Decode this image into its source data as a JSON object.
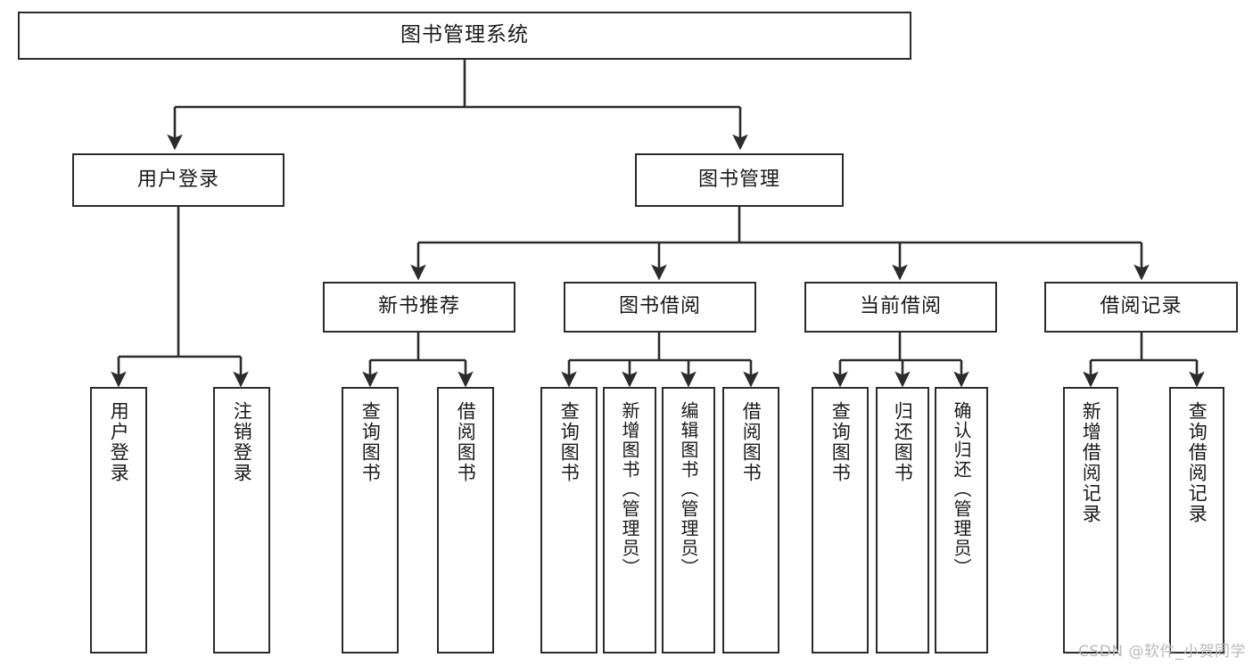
{
  "diagram": {
    "title": "图书管理系统",
    "type": "tree-hierarchy",
    "colors": {
      "stroke": "#2b2b2b",
      "fill": "#ffffff",
      "text": "#1a1a1a",
      "watermark": "#b9b9b9"
    }
  },
  "watermark": {
    "text": "CSDN @软件_小贺同学"
  },
  "nodes": {
    "root": {
      "label": "图书管理系统"
    },
    "level2": [
      {
        "id": "user-login",
        "label": "用户登录"
      },
      {
        "id": "book-manage",
        "label": "图书管理"
      }
    ],
    "level3": [
      {
        "id": "new-book-recommend",
        "label": "新书推荐"
      },
      {
        "id": "book-borrow",
        "label": "图书借阅"
      },
      {
        "id": "current-borrow",
        "label": "当前借阅"
      },
      {
        "id": "borrow-record",
        "label": "借阅记录"
      }
    ],
    "leaves": {
      "user_login": [
        {
          "id": "leaf-user-login",
          "label": "用户登录"
        },
        {
          "id": "leaf-user-logout",
          "label": "注销登录"
        }
      ],
      "new_book_recommend": [
        {
          "id": "leaf-query-book-1",
          "label": "查询图书"
        },
        {
          "id": "leaf-borrow-book-1",
          "label": "借阅图书"
        }
      ],
      "book_borrow": [
        {
          "id": "leaf-query-book-2",
          "label": "查询图书"
        },
        {
          "id": "leaf-add-book",
          "label": "新增图书（管理员）"
        },
        {
          "id": "leaf-edit-book",
          "label": "编辑图书（管理员）"
        },
        {
          "id": "leaf-borrow-book-2",
          "label": "借阅图书"
        }
      ],
      "current_borrow": [
        {
          "id": "leaf-query-book-3",
          "label": "查询图书"
        },
        {
          "id": "leaf-return-book",
          "label": "归还图书"
        },
        {
          "id": "leaf-confirm-return",
          "label": "确认归还（管理员）"
        }
      ],
      "borrow_record": [
        {
          "id": "leaf-add-record",
          "label": "新增借阅记录"
        },
        {
          "id": "leaf-query-record",
          "label": "查询借阅记录"
        }
      ]
    }
  }
}
